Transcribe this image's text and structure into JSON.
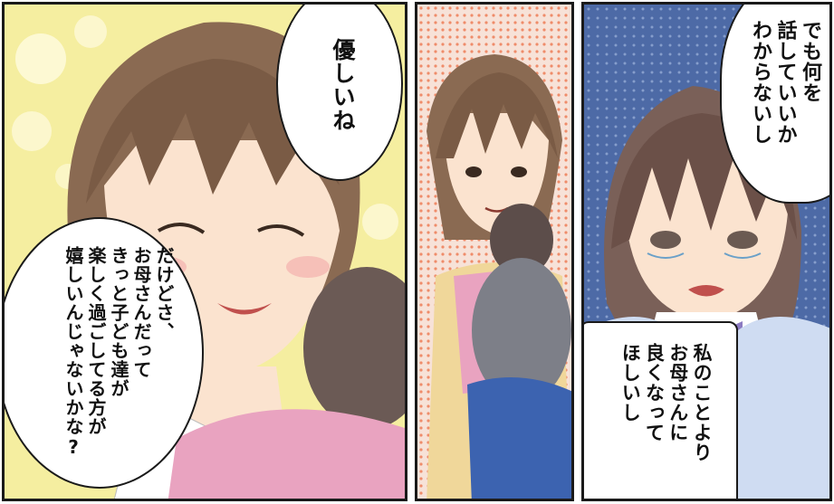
{
  "panel1": {
    "bubble_top": [
      "優しいね"
    ],
    "bubble_bottom": [
      "だけどさ、",
      "お母さんだって",
      "きっと子ども達が",
      "楽しく過ごしてる方が",
      "嬉しいんじゃないかな?"
    ]
  },
  "panel2": {},
  "panel3": {
    "bubble_top": [
      "でも何を",
      "話していいか",
      "わからないし"
    ],
    "bubble_bottom": [
      "私のことより",
      "お母さんに",
      "良くなって",
      "ほしいし"
    ]
  },
  "colors": {
    "panel1_bg": "#f5eea0",
    "panel2_bg": "#f7e2d8",
    "panel3_bg": "#4d6aa6",
    "hair": "#8a6a52",
    "skin": "#fbe3cf"
  }
}
